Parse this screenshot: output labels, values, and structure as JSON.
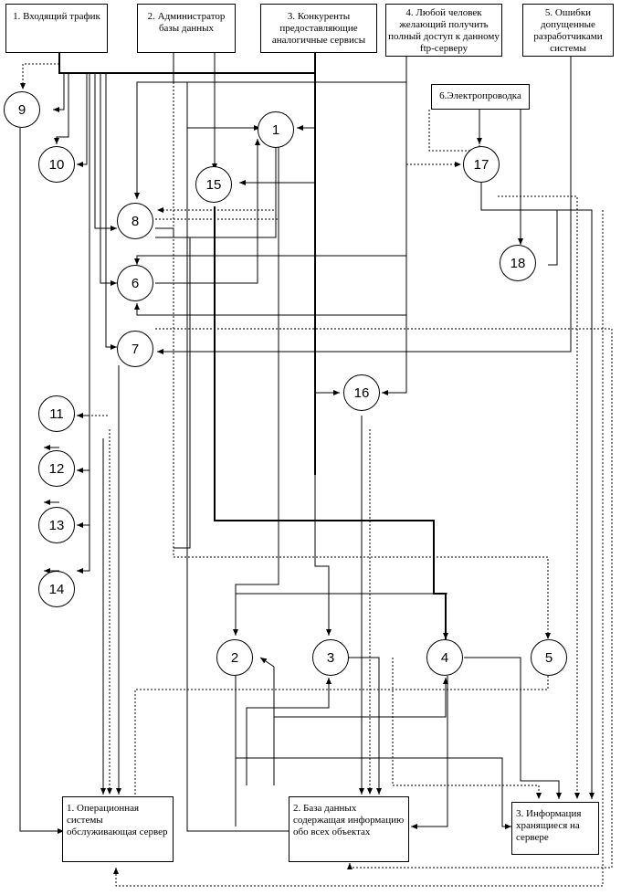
{
  "sources": [
    {
      "id": "s1",
      "label": "1. Входящий трафик"
    },
    {
      "id": "s2",
      "label": "2. Администратор базы данных"
    },
    {
      "id": "s3",
      "label": "3. Конкуренты предоставляющие аналогичные сервисы"
    },
    {
      "id": "s4",
      "label": "4. Любой человек желающий получить полный доступ к данному ftp-серверу"
    },
    {
      "id": "s5",
      "label": "5. Ошибки допущенные разработчиками системы"
    },
    {
      "id": "s6",
      "label": "6.Электропроводка"
    }
  ],
  "nodes": [
    "1",
    "2",
    "3",
    "4",
    "5",
    "6",
    "7",
    "8",
    "9",
    "10",
    "11",
    "12",
    "13",
    "14",
    "15",
    "16",
    "17",
    "18"
  ],
  "targets": [
    {
      "id": "t1",
      "label": "1. Операционная системы обслуживающая сервер"
    },
    {
      "id": "t2",
      "label": "2. База данных содержащая информацию обо всех объектах"
    },
    {
      "id": "t3",
      "label": "3. Информация хранящиеся на сервере"
    }
  ]
}
